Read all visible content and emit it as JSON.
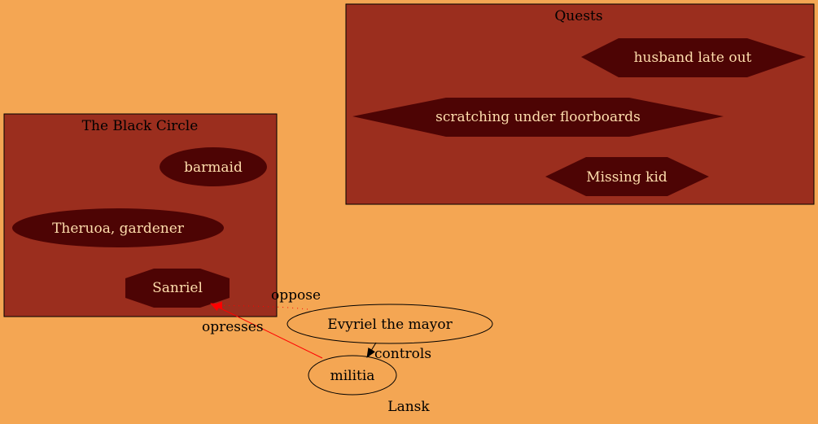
{
  "graph": {
    "title": "Lansk",
    "colors": {
      "background": "#f4a653",
      "cluster_fill": "#9b2e1e",
      "node_fill": "#4d0404",
      "node_text": "#ffdead",
      "edge_red": "#ff0000",
      "edge_black": "#000000"
    }
  },
  "clusters": {
    "black_circle": {
      "label": "The Black Circle"
    },
    "quests": {
      "label": "Quests"
    }
  },
  "nodes": {
    "barmaid": {
      "label": "barmaid",
      "shape": "ellipse"
    },
    "theruoa": {
      "label": "Theruoa, gardener",
      "shape": "ellipse"
    },
    "sanriel": {
      "label": "Sanriel",
      "shape": "octagon"
    },
    "husband": {
      "label": "husband late out",
      "shape": "hexagon"
    },
    "scratching": {
      "label": "scratching under floorboards",
      "shape": "hexagon"
    },
    "missing_kid": {
      "label": "Missing kid",
      "shape": "hexagon"
    },
    "evyriel": {
      "label": "Evyriel the mayor",
      "shape": "ellipse"
    },
    "militia": {
      "label": "militia",
      "shape": "ellipse"
    }
  },
  "edges": {
    "oppose": {
      "label": "oppose",
      "from": "Evyriel the mayor",
      "to": "Sanriel",
      "style": "dotted"
    },
    "opresses": {
      "label": "opresses",
      "from": "militia",
      "to": "Sanriel",
      "style": "solid"
    },
    "controls": {
      "label": "controls",
      "from": "Evyriel the mayor",
      "to": "militia",
      "style": "solid"
    }
  }
}
